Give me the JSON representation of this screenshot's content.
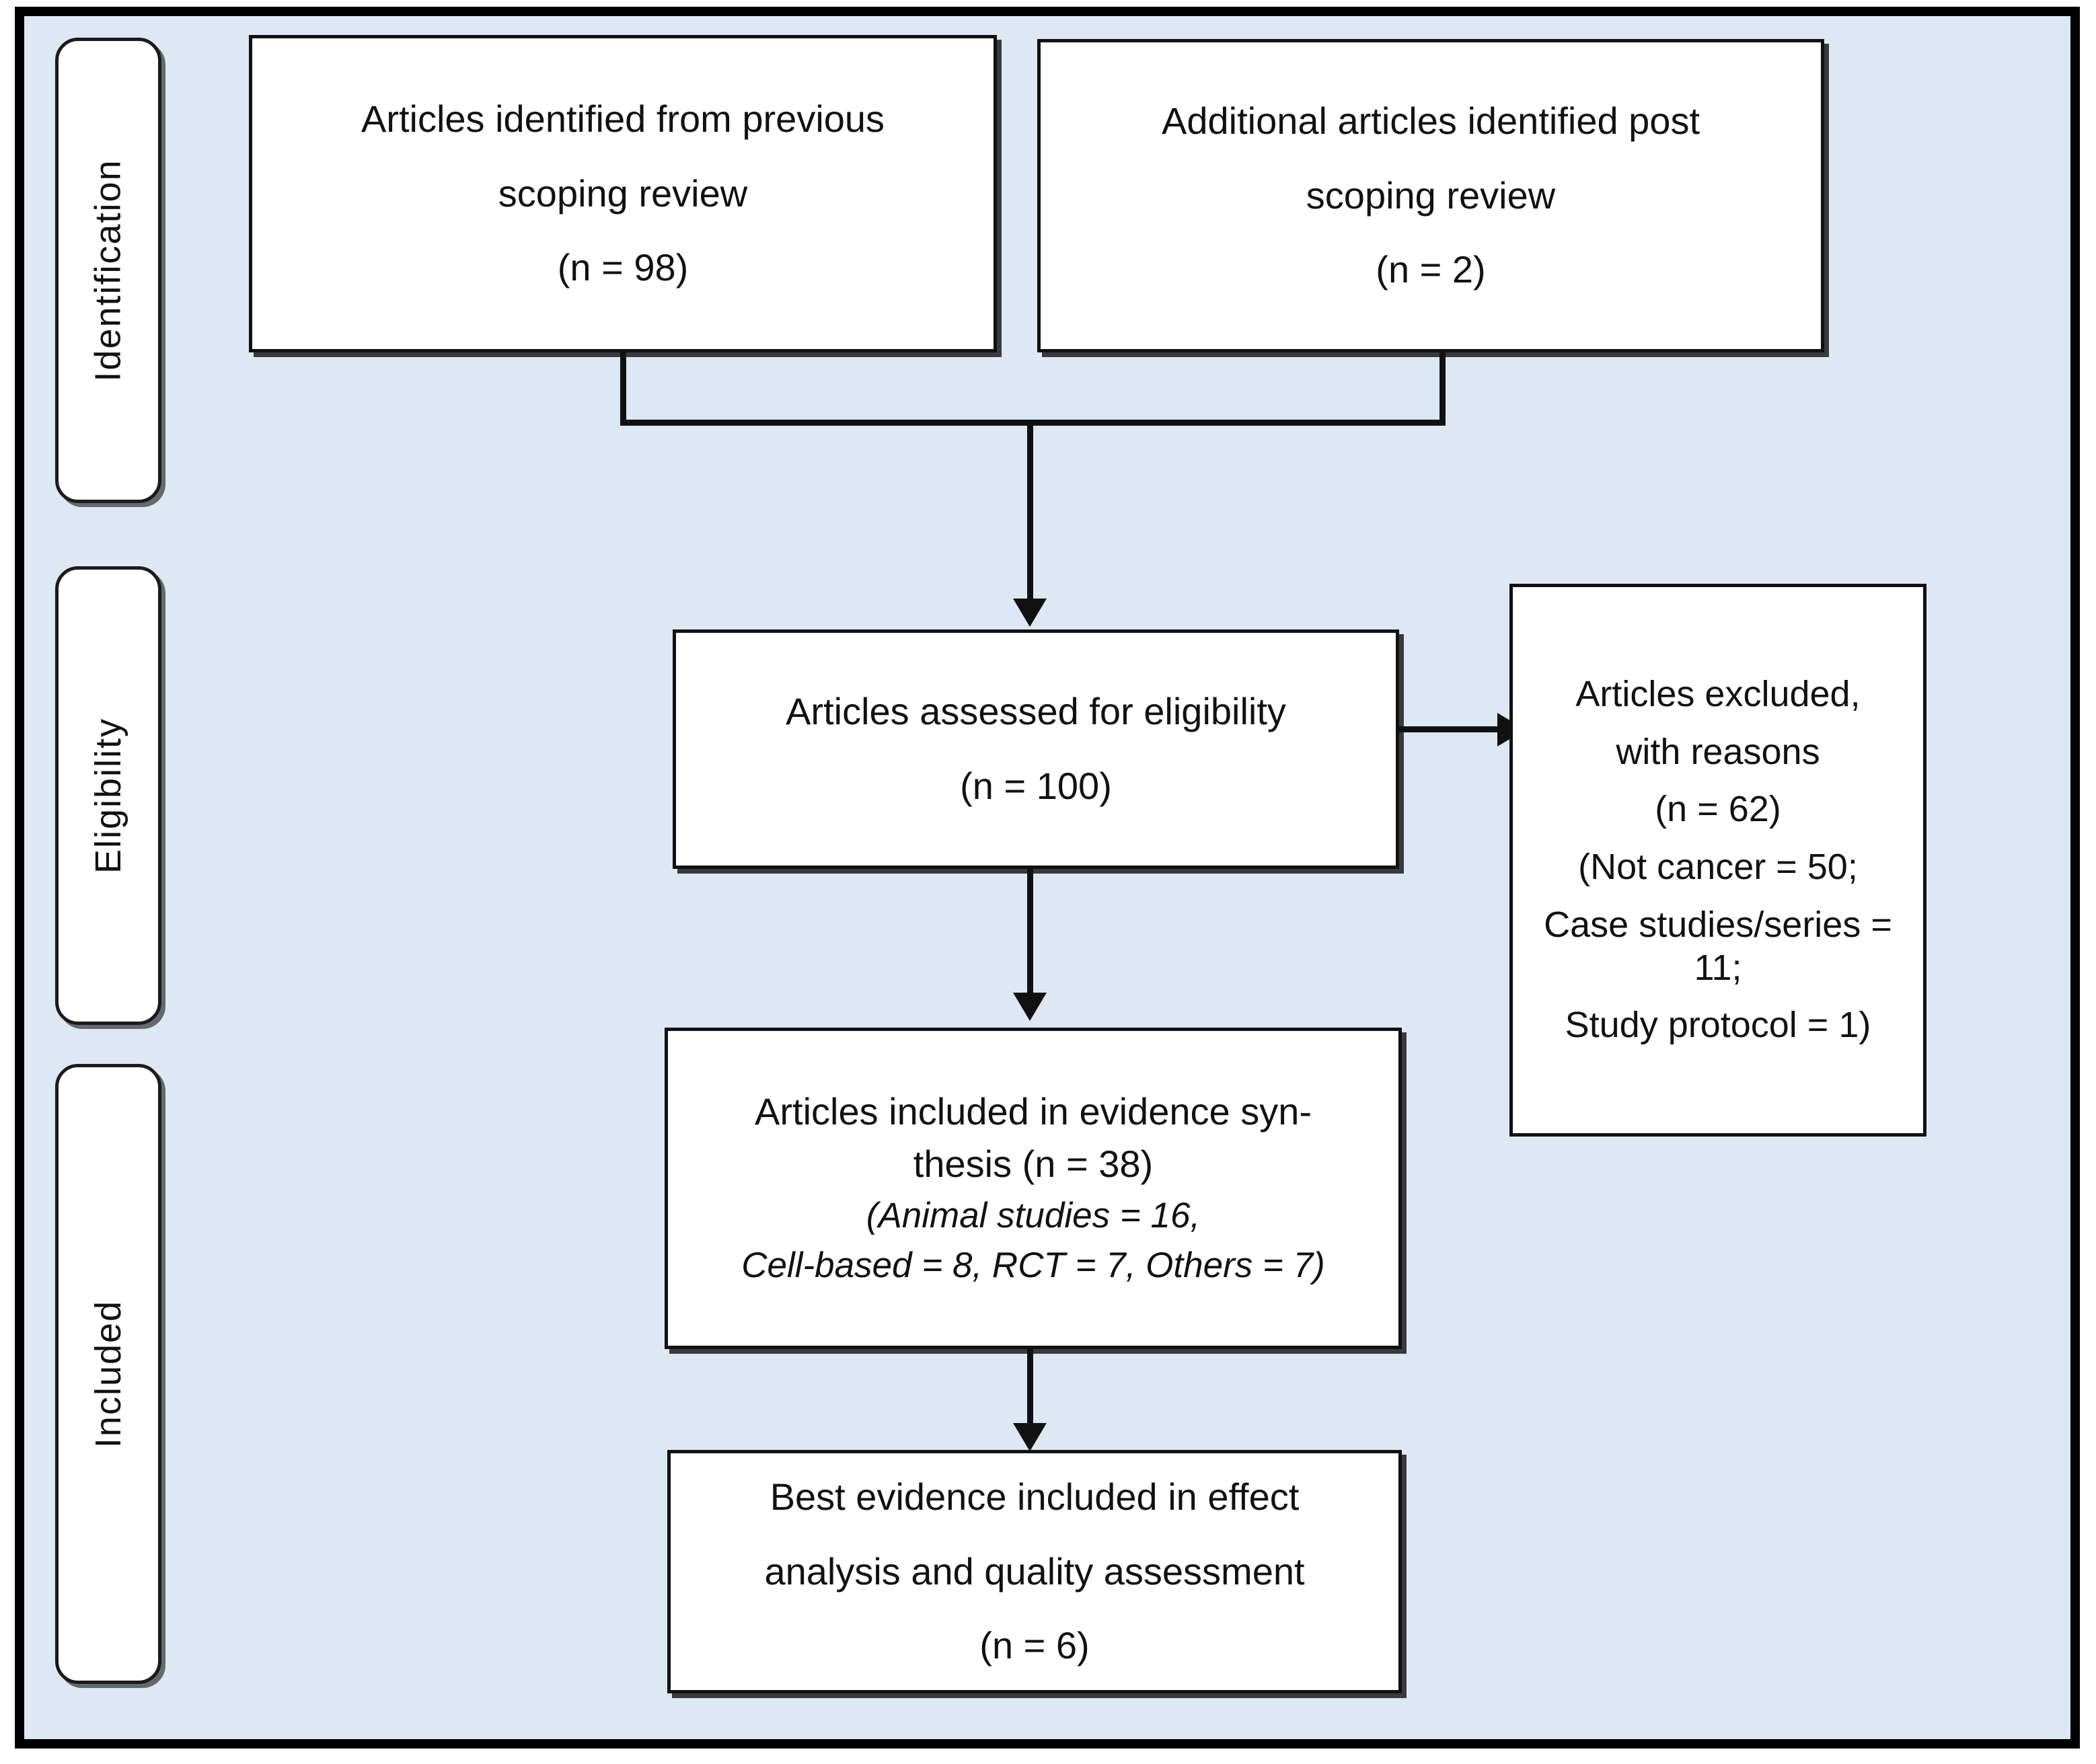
{
  "figure": {
    "type": "prisma-flow-diagram",
    "background_color": "#dde8f4",
    "border_color": "#000000",
    "box_fill": "#ffffff",
    "text_color": "#111111"
  },
  "stages": [
    {
      "label": "Identification"
    },
    {
      "label": "Eligibility"
    },
    {
      "label": "Included"
    }
  ],
  "boxes": {
    "previous_scoping": {
      "lines": [
        "Articles identified from previous",
        "scoping review",
        "(n =  98)"
      ],
      "count": 98
    },
    "post_scoping": {
      "lines": [
        "Additional articles identified post",
        "scoping review",
        "(n = 2)"
      ],
      "count": 2
    },
    "assessed_eligibility": {
      "lines": [
        "Articles assessed for eligibility",
        "(n = 100)"
      ],
      "count": 100
    },
    "excluded": {
      "lines": [
        "Articles excluded,",
        "with reasons",
        "(n = 62)",
        "(Not cancer = 50;",
        "Case studies/series = 11;",
        "Study protocol = 1)"
      ],
      "count": 62,
      "reasons": [
        {
          "reason": "Not cancer",
          "n": 50
        },
        {
          "reason": "Case studies/series",
          "n": 11
        },
        {
          "reason": "Study protocol",
          "n": 1
        }
      ]
    },
    "evidence_synthesis": {
      "lines": [
        "Articles included in evidence syn-",
        "thesis (n = 38)"
      ],
      "italic_lines": [
        "(Animal  studies = 16,",
        "Cell-based  = 8, RCT = 7, Others = 7)"
      ],
      "count": 38,
      "breakdown": [
        {
          "design": "Animal studies",
          "n": 16
        },
        {
          "design": "Cell-based",
          "n": 8
        },
        {
          "design": "RCT",
          "n": 7
        },
        {
          "design": "Others",
          "n": 7
        }
      ]
    },
    "best_evidence": {
      "lines": [
        "Best evidence included in effect",
        "analysis and quality assessment",
        "(n = 6)"
      ],
      "count": 6
    }
  }
}
